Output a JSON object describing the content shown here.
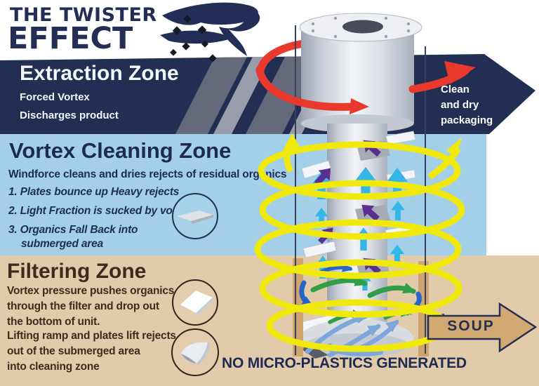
{
  "header": {
    "title_line1": "THE TWISTER",
    "title_line2": "EFFECT"
  },
  "zones": {
    "extraction": {
      "title": "Extraction Zone",
      "sub1": "Forced Vortex",
      "sub2": "Discharges product",
      "output": [
        "Clean",
        "and dry",
        "packaging"
      ]
    },
    "vortex": {
      "title": "Vortex Cleaning Zone",
      "subtitle": "Windforce cleans and dries rejects of residual organics",
      "steps": [
        "1. Plates bounce up Heavy rejects",
        "2. Light Fraction is sucked by vortex",
        "3. Organics Fall Back into"
      ],
      "steps_cont": "submerged area"
    },
    "filtering": {
      "title": "Filtering Zone",
      "para1": [
        "Vortex pressure pushes organics",
        "through the filter and drop out",
        "the bottom of unit."
      ],
      "para2": [
        "Lifting ramp and plates lift rejects",
        "out of the submerged area",
        "into cleaning zone"
      ]
    }
  },
  "footer": {
    "no_microplastics": "NO MICRO-PLASTICS GENERATED",
    "soup_label": "SOUP"
  },
  "icons": {
    "logo": "twister-tornado-icon",
    "red_spiral": "forced-vortex-arrow",
    "yellow_spiral": "vortex-airflow-spiral",
    "cyan_arrows": "updraft-arrows",
    "purple_arrows": "bounce-arrows",
    "green_blue_arrows": "filter-swirl-arrows",
    "soup_arrow": "soup-output-arrow"
  },
  "colors": {
    "navy": "#222e52",
    "light_blue": "#a3d0e8",
    "tan": "#e2cbaa",
    "red": "#e8392c",
    "yellow": "#f2e90c",
    "cyan": "#35b6e8",
    "purple": "#5b2f91",
    "green": "#2f9e46",
    "blue": "#2766c8",
    "soup_fill": "#d2a873",
    "brown_text": "#40291d"
  }
}
